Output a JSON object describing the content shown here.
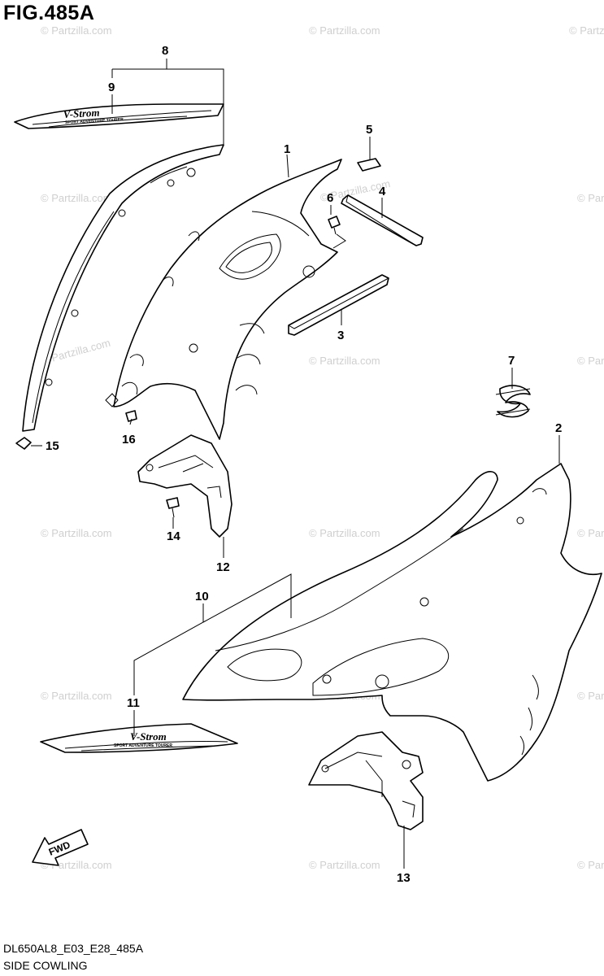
{
  "figure": {
    "title": "FIG.485A"
  },
  "footer": {
    "code": "DL650AL8_E03_E28_485A",
    "title": "SIDE COWLING"
  },
  "watermark": {
    "text": "© Partzilla.com",
    "color": "#cfcfcf"
  },
  "callouts": [
    "1",
    "2",
    "3",
    "4",
    "5",
    "6",
    "7",
    "8",
    "9",
    "10",
    "11",
    "12",
    "13",
    "14",
    "15",
    "16"
  ],
  "decal": {
    "logo_text": "V-Strom",
    "subtitle": "SPORT ADVENTURE TOURER"
  },
  "fwd_label": "FWD"
}
